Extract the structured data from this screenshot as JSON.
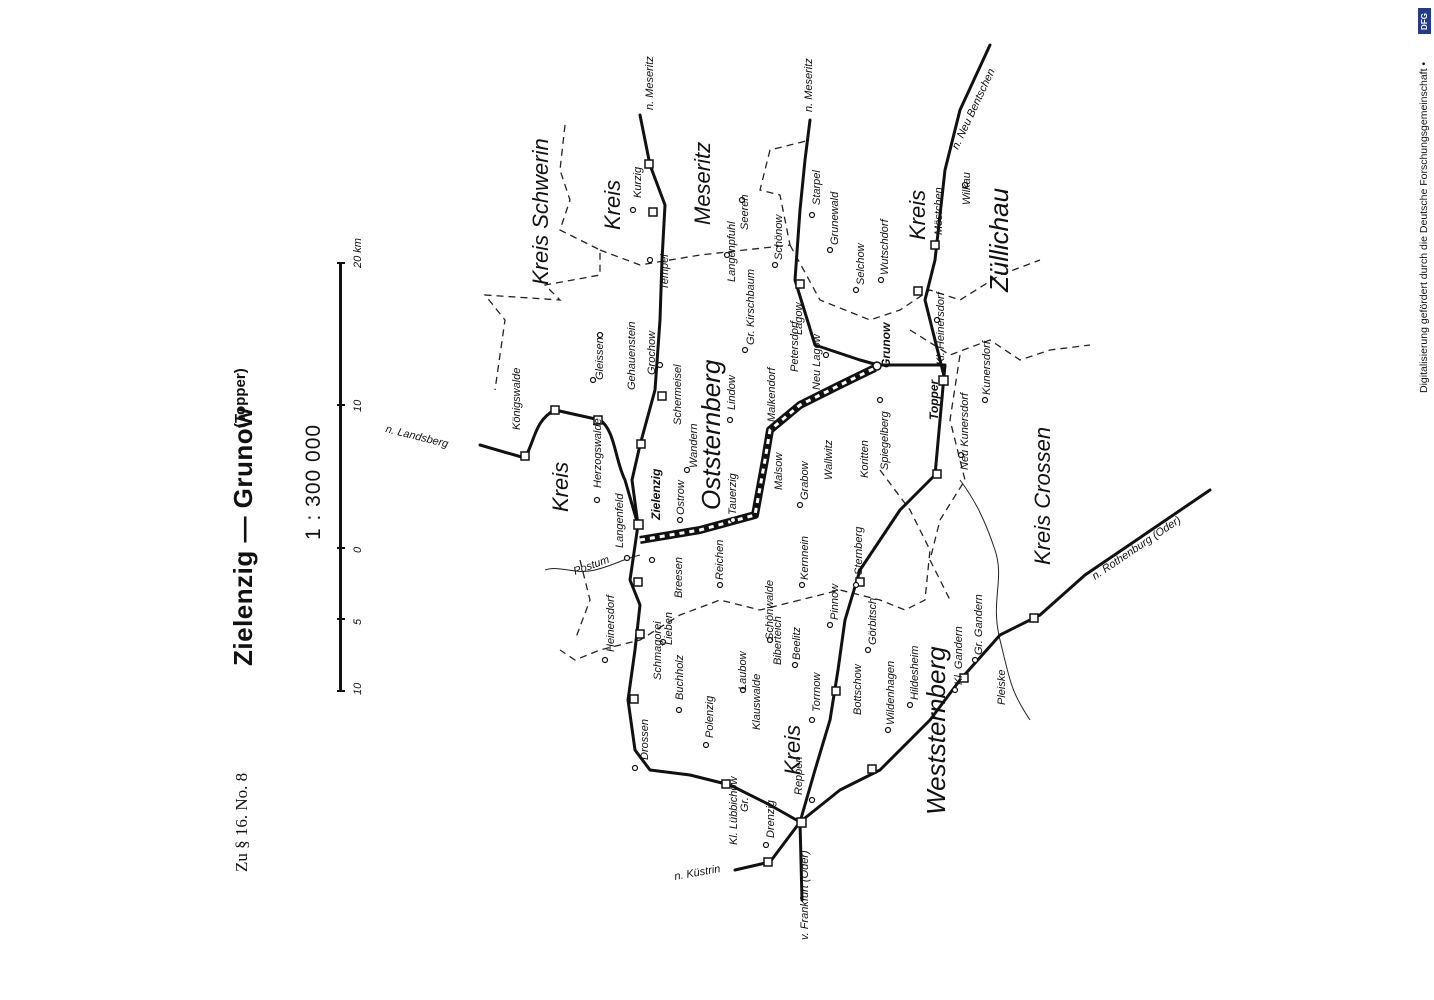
{
  "caption": "Zu § 16. No. 8",
  "title": "Zielenzig — Grunow",
  "subtitle": "(Topper)",
  "scale": {
    "ratio": "1 : 300 000",
    "ticks": [
      "10",
      "5",
      "0",
      "10",
      "20 km"
    ]
  },
  "credit": "Digitalisierung gefördert durch die Deutsche Forschungsgemeinschaft •",
  "logo_text": "DFG",
  "map": {
    "districts": [
      "Kreis Schwerin",
      "Kreis",
      "Meseritz",
      "Kreis",
      "Oststernberg",
      "Kreis",
      "Züllichau",
      "Kreis Crossen",
      "Kreis",
      "Weststernberg"
    ],
    "directions": [
      "n. Meseritz",
      "n. Meseritz",
      "n. Neu Bentschen",
      "n. Landsberg",
      "n. Küstrin",
      "v. Frankfurt (Oder)",
      "n. Rothenburg (Oder)"
    ],
    "main_stations": [
      "Zielenzig",
      "Grunow",
      "Topper"
    ],
    "places": [
      "Kurzig",
      "Tempel",
      "Grochow",
      "Schermeisel",
      "Gehauenstein",
      "Gleissen",
      "Königswalde",
      "Herzogswalde",
      "Langenfeld",
      "Postum",
      "Heinersdorf",
      "Schmagorei",
      "Breesen",
      "Lieben",
      "Buchholz",
      "Polenzig",
      "Drossen",
      "Kl. Lübbichow",
      "Gr.",
      "Drenzig",
      "Reppen",
      "Klauswalde",
      "Laubow",
      "Biberteich",
      "Schönwalde",
      "Reichen",
      "Ostrow",
      "Wandern",
      "Tauerzig",
      "Lindow",
      "Langenpfuhl",
      "Seeren",
      "Gr. Kirschbaum",
      "Schönow",
      "Starpel",
      "Grunewald",
      "Selchow",
      "Lagow",
      "Neu Lagow",
      "Petersdorf",
      "Malkendorf",
      "Malsow",
      "Grabow",
      "Wallwitz",
      "Kernnein",
      "Beelitz",
      "Pinnow",
      "Torrnow",
      "Sternberg",
      "Görbitsch",
      "Bottschow",
      "Wildenhagen",
      "Hildesheim",
      "Kl. Gandern",
      "Gr. Gandern",
      "Pleiske",
      "Koritten",
      "Spiegelberg",
      "Wutschdorf",
      "Möstchen",
      "Wilkau",
      "Kl. Heinersdorf",
      "Neu Kunersdorf",
      "Kunersdorf"
    ]
  }
}
